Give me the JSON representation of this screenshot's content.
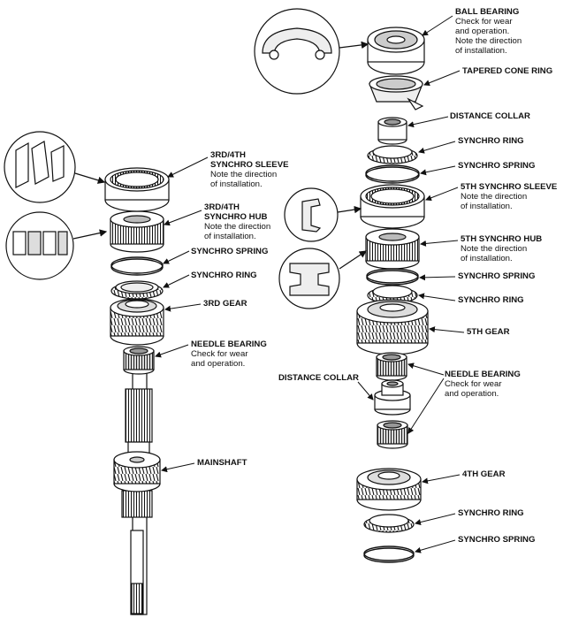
{
  "colors": {
    "line": "#111111",
    "fill": "#ffffff",
    "shade": "#cfcfcf",
    "dark": "#555555"
  },
  "labels": {
    "ball_bearing": {
      "title": "BALL BEARING",
      "desc": [
        "Check for wear",
        "and operation.",
        "Note the direction",
        "of installation."
      ]
    },
    "tapered_cone_ring": {
      "title": "TAPERED CONE RING"
    },
    "distance_collar_top": {
      "title": "DISTANCE COLLAR"
    },
    "synchro_ring_5th_top": {
      "title": "SYNCHRO RING"
    },
    "synchro_spring_5th_top": {
      "title": "SYNCHRO SPRING"
    },
    "fifth_synchro_sleeve": {
      "title": "5TH SYNCHRO SLEEVE",
      "desc": [
        "Note the direction",
        "of installation."
      ]
    },
    "fifth_synchro_hub": {
      "title": "5TH SYNCHRO HUB",
      "desc": [
        "Note the direction",
        "of installation."
      ]
    },
    "synchro_spring_5th_bottom": {
      "title": "SYNCHRO SPRING"
    },
    "synchro_ring_5th_bottom": {
      "title": "SYNCHRO RING"
    },
    "fifth_gear": {
      "title": "5TH GEAR"
    },
    "needle_bearing_right": {
      "title": "NEEDLE BEARING",
      "desc": [
        "Check for wear",
        "and operation."
      ]
    },
    "distance_collar_mid": {
      "title": "DISTANCE COLLAR"
    },
    "fourth_gear": {
      "title": "4TH GEAR"
    },
    "synchro_ring_4th": {
      "title": "SYNCHRO RING"
    },
    "synchro_spring_4th": {
      "title": "SYNCHRO SPRING"
    },
    "third_fourth_sleeve": {
      "title_lines": [
        "3RD/4TH",
        "SYNCHRO SLEEVE"
      ],
      "desc": [
        "Note the direction",
        "of installation."
      ]
    },
    "third_fourth_hub": {
      "title_lines": [
        "3RD/4TH",
        "SYNCHRO HUB"
      ],
      "desc": [
        "Note the direction",
        "of installation."
      ]
    },
    "synchro_spring_left": {
      "title": "SYNCHRO SPRING"
    },
    "synchro_ring_left": {
      "title": "SYNCHRO RING"
    },
    "third_gear": {
      "title": "3RD GEAR"
    },
    "needle_bearing_left": {
      "title": "NEEDLE BEARING",
      "desc": [
        "Check for wear",
        "and operation."
      ]
    },
    "mainshaft": {
      "title": "MAINSHAFT"
    }
  }
}
